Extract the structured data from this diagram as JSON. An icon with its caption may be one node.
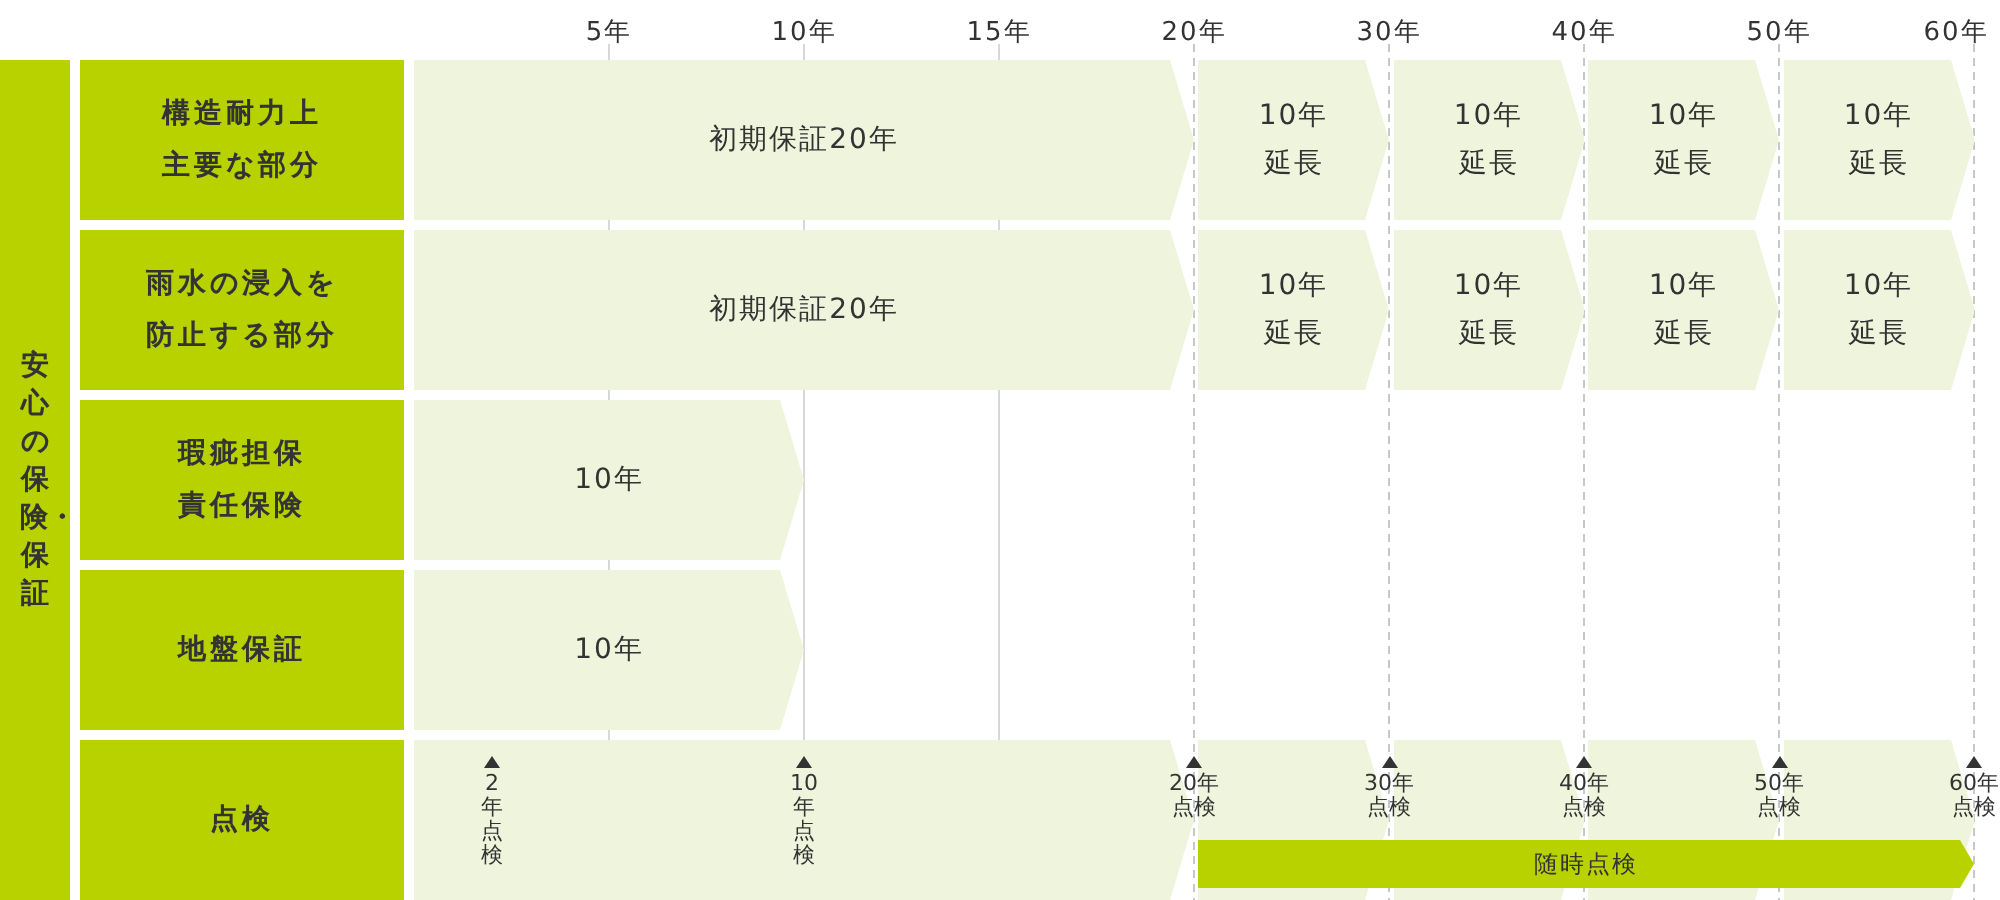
{
  "diagram": {
    "nodes": [
      {
        "text": [
          "安心の保険・保証"
        ]
      },
      {
        "text": [
          "構造耐力上主要な部分"
        ]
      },
      {
        "text": [
          "初期保証20年"
        ]
      },
      {
        "text": [
          "10年延長"
        ]
      },
      {
        "text": [
          "10年延長"
        ]
      },
      {
        "text": [
          "10年延長"
        ]
      },
      {
        "text": [
          "10年延長"
        ]
      },
      {
        "text": [
          "雨水の浸入を防止する部分"
        ]
      },
      {
        "text": [
          "初期保証20年"
        ]
      },
      {
        "text": [
          "10年延長"
        ]
      },
      {
        "text": [
          "10年延長"
        ]
      },
      {
        "text": [
          "10年延長"
        ]
      },
      {
        "text": [
          "10年延長"
        ]
      },
      {
        "text": [
          "瑕疵担保責任保険"
        ]
      },
      {
        "text": [
          "10年"
        ]
      },
      {
        "text": [
          "地盤保証"
        ]
      },
      {
        "text": [
          "10年"
        ]
      },
      {
        "text": [
          "点検"
        ]
      },
      {
        "text": [],
        "shape": "bar"
      },
      {
        "text": [],
        "shape": "bar"
      },
      {
        "text": [],
        "shape": "bar"
      },
      {
        "text": [],
        "shape": "bar"
      },
      {
        "text": [],
        "shape": "bar"
      },
      {
        "text": [
          "随時点検"
        ]
      }
    ],
    "labels": [
      "5年",
      "10年",
      "15年",
      "20年",
      "30年",
      "40年",
      "50年",
      "60年",
      "2年点検",
      "10年点検",
      "20年点検",
      "30年点検",
      "40年点検",
      "50年点検",
      "60年点検"
    ]
  }
}
